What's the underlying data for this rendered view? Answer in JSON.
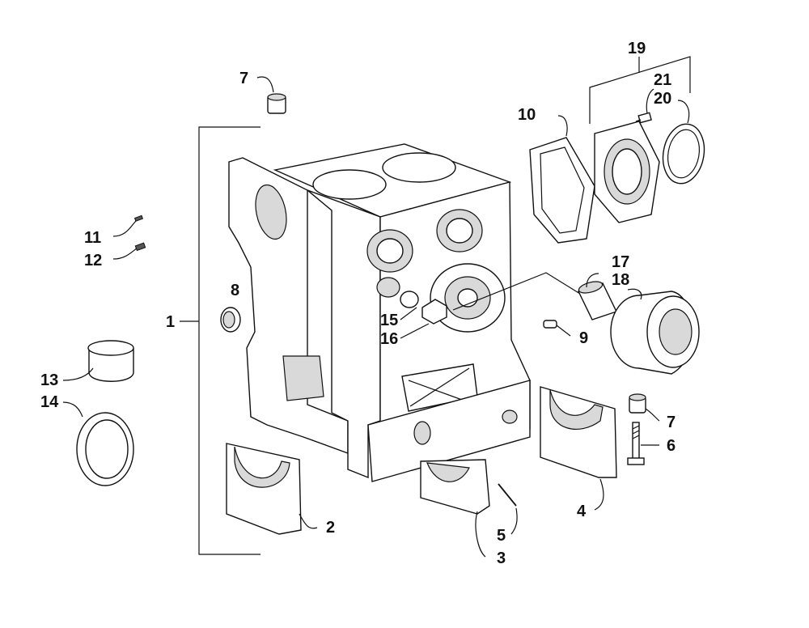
{
  "diagram": {
    "callouts": [
      {
        "id": "c7a",
        "text": "7"
      },
      {
        "id": "c19",
        "text": "19"
      },
      {
        "id": "c21",
        "text": "21"
      },
      {
        "id": "c20",
        "text": "20"
      },
      {
        "id": "c10",
        "text": "10"
      },
      {
        "id": "c11",
        "text": "11"
      },
      {
        "id": "c12",
        "text": "12"
      },
      {
        "id": "c17",
        "text": "17"
      },
      {
        "id": "c18",
        "text": "18"
      },
      {
        "id": "c8",
        "text": "8"
      },
      {
        "id": "c1",
        "text": "1"
      },
      {
        "id": "c15",
        "text": "15"
      },
      {
        "id": "c16",
        "text": "16"
      },
      {
        "id": "c9",
        "text": "9"
      },
      {
        "id": "c13",
        "text": "13"
      },
      {
        "id": "c14",
        "text": "14"
      },
      {
        "id": "c7b",
        "text": "7"
      },
      {
        "id": "c6",
        "text": "6"
      },
      {
        "id": "c4",
        "text": "4"
      },
      {
        "id": "c2",
        "text": "2"
      },
      {
        "id": "c5",
        "text": "5"
      },
      {
        "id": "c3",
        "text": "3"
      }
    ]
  }
}
